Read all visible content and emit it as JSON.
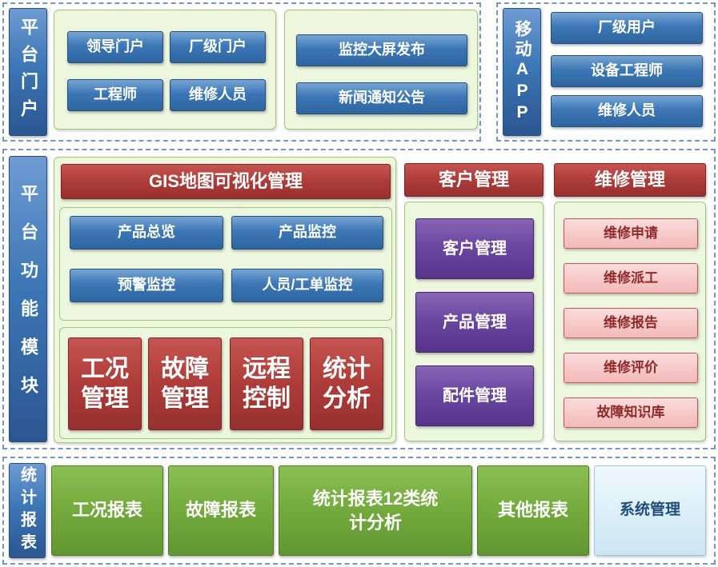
{
  "portal": {
    "label": "平台门户",
    "users": [
      "领导门户",
      "厂级门户",
      "工程师",
      "维修人员"
    ],
    "publish": [
      "监控大屏发布",
      "新闻通知公告"
    ]
  },
  "mobile": {
    "label": "移动APP",
    "items": [
      "厂级用户",
      "设备工程师",
      "维修人员"
    ]
  },
  "modules": {
    "label": "平台功能模块",
    "gis_header": "GIS地图可视化管理",
    "monitors": [
      "产品总览",
      "产品监控",
      "预警监控",
      "人员/工单监控"
    ],
    "managements": [
      "工况管理",
      "故障管理",
      "远程控制",
      "统计分析"
    ],
    "customer_header": "客户管理",
    "customer_items": [
      "客户管理",
      "产品管理",
      "配件管理"
    ],
    "maintenance_header": "维修管理",
    "maintenance_items": [
      "维修申请",
      "维修派工",
      "维修报告",
      "维修评价",
      "故障知识库"
    ]
  },
  "reports": {
    "label": "统计报表",
    "items": [
      "工况报表",
      "故障报表",
      "统计报表12类统计分析",
      "其他报表"
    ],
    "system": "系统管理"
  },
  "colors": {
    "section_border": "#7396C8",
    "bar_blue": "#3C77B5",
    "button_blue": "#3C77B5",
    "panel_green": "#EDF7DE",
    "header_red": "#B03E3B",
    "purple": "#6B47A0",
    "pink": "#F5BDBD",
    "report_green": "#74AC3D",
    "system_lightblue": "#CBE6F3"
  }
}
